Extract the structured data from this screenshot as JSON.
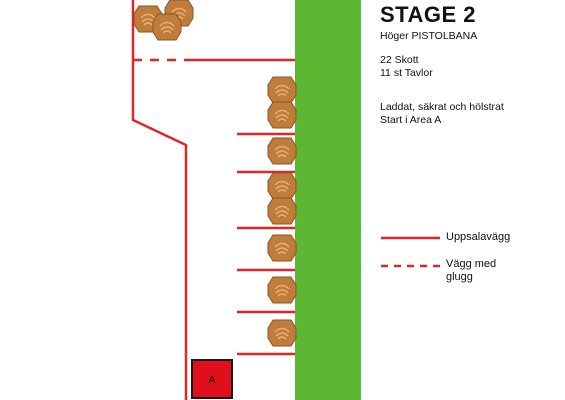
{
  "stage": {
    "title": "STAGE 2",
    "range": "Höger PISTOLBANA",
    "shots": "22 Skott",
    "targets": "11 st Tavlor",
    "condition_line1": "Laddat, säkrat och hölstrat",
    "condition_line2": "Start i Area A"
  },
  "start_area": {
    "label": "A"
  },
  "legend": {
    "solid_label": "Uppsalavägg",
    "dashed_label_line1": "Vägg med",
    "dashed_label_line2": "glugg"
  },
  "colors": {
    "wall": "#e0262a",
    "berm": "#5cb833",
    "target": "#c07c3a",
    "start_box": "#e0101a"
  }
}
